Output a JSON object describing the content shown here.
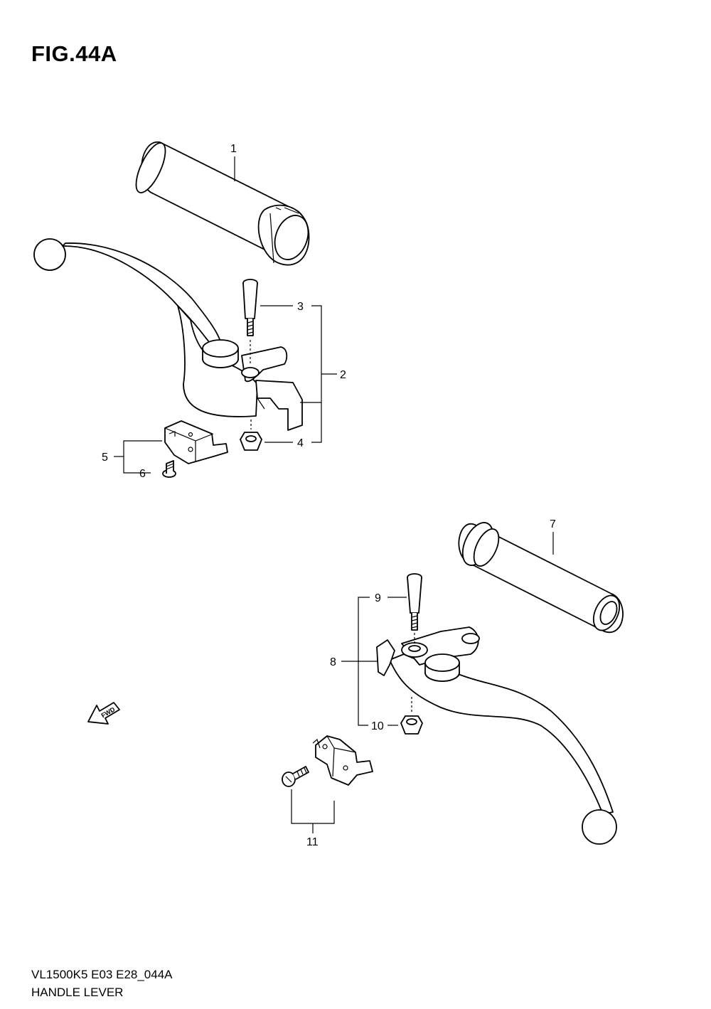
{
  "figure": {
    "title": "FIG.44A",
    "model_code": "VL1500K5 E03 E28_044A",
    "section_name": "HANDLE LEVER"
  },
  "callouts": {
    "c1": "1",
    "c2": "2",
    "c3": "3",
    "c4": "4",
    "c5": "5",
    "c6": "6",
    "c7": "7",
    "c8": "8",
    "c9": "9",
    "c10": "10",
    "c11": "11"
  },
  "direction_marker": {
    "label": "FWD"
  }
}
